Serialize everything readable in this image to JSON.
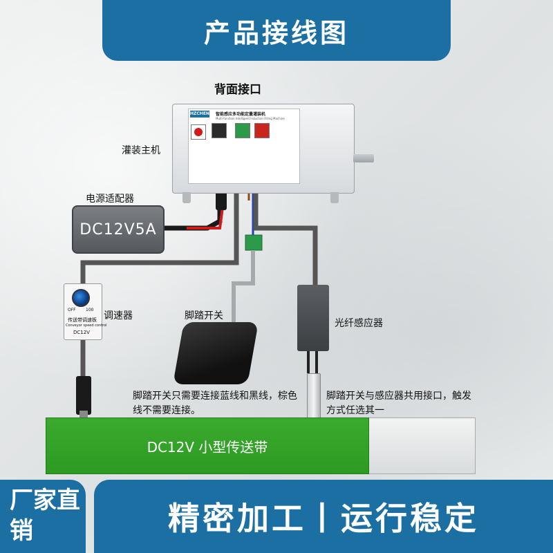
{
  "header": {
    "title": "产品接线图"
  },
  "labels": {
    "rear_interface": "背面接口",
    "main_unit": "灌装主机",
    "power_adapter": "电源适配器",
    "speed_controller": "调速器",
    "foot_switch": "脚踏开关",
    "fiber_sensor": "光纤感应器"
  },
  "adapter": {
    "text": "DC12V5A"
  },
  "device": {
    "brand": "HZCHEN",
    "panel_title": "智能感应多功能定量灌装机",
    "panel_subtitle": "Multi-function Intelligent Induction Filling Machine"
  },
  "speed_ctrl": {
    "caption": "传送带调速板",
    "caption_en": "Conveyor speed control",
    "voltage": "DC12V",
    "off": "OFF",
    "max": "100"
  },
  "notes": {
    "foot_switch": "脚踏开关只需要连接蓝线和黑线，棕色线不需要连接。",
    "shared_port": "脚踏开关与感应器共用接口，触发方式任选其一"
  },
  "belt": {
    "text": "DC12V 小型传送带"
  },
  "footer": {
    "left": "厂家直销",
    "right": "精密加工丨运行稳定"
  },
  "colors": {
    "accent": "#1b6fa3",
    "belt_green": "#2d9a22",
    "wire_red": "#d11a1a",
    "wire_blue": "#1f3fbf",
    "wire_brown": "#8a4a12",
    "cable_gray": "#555555"
  }
}
